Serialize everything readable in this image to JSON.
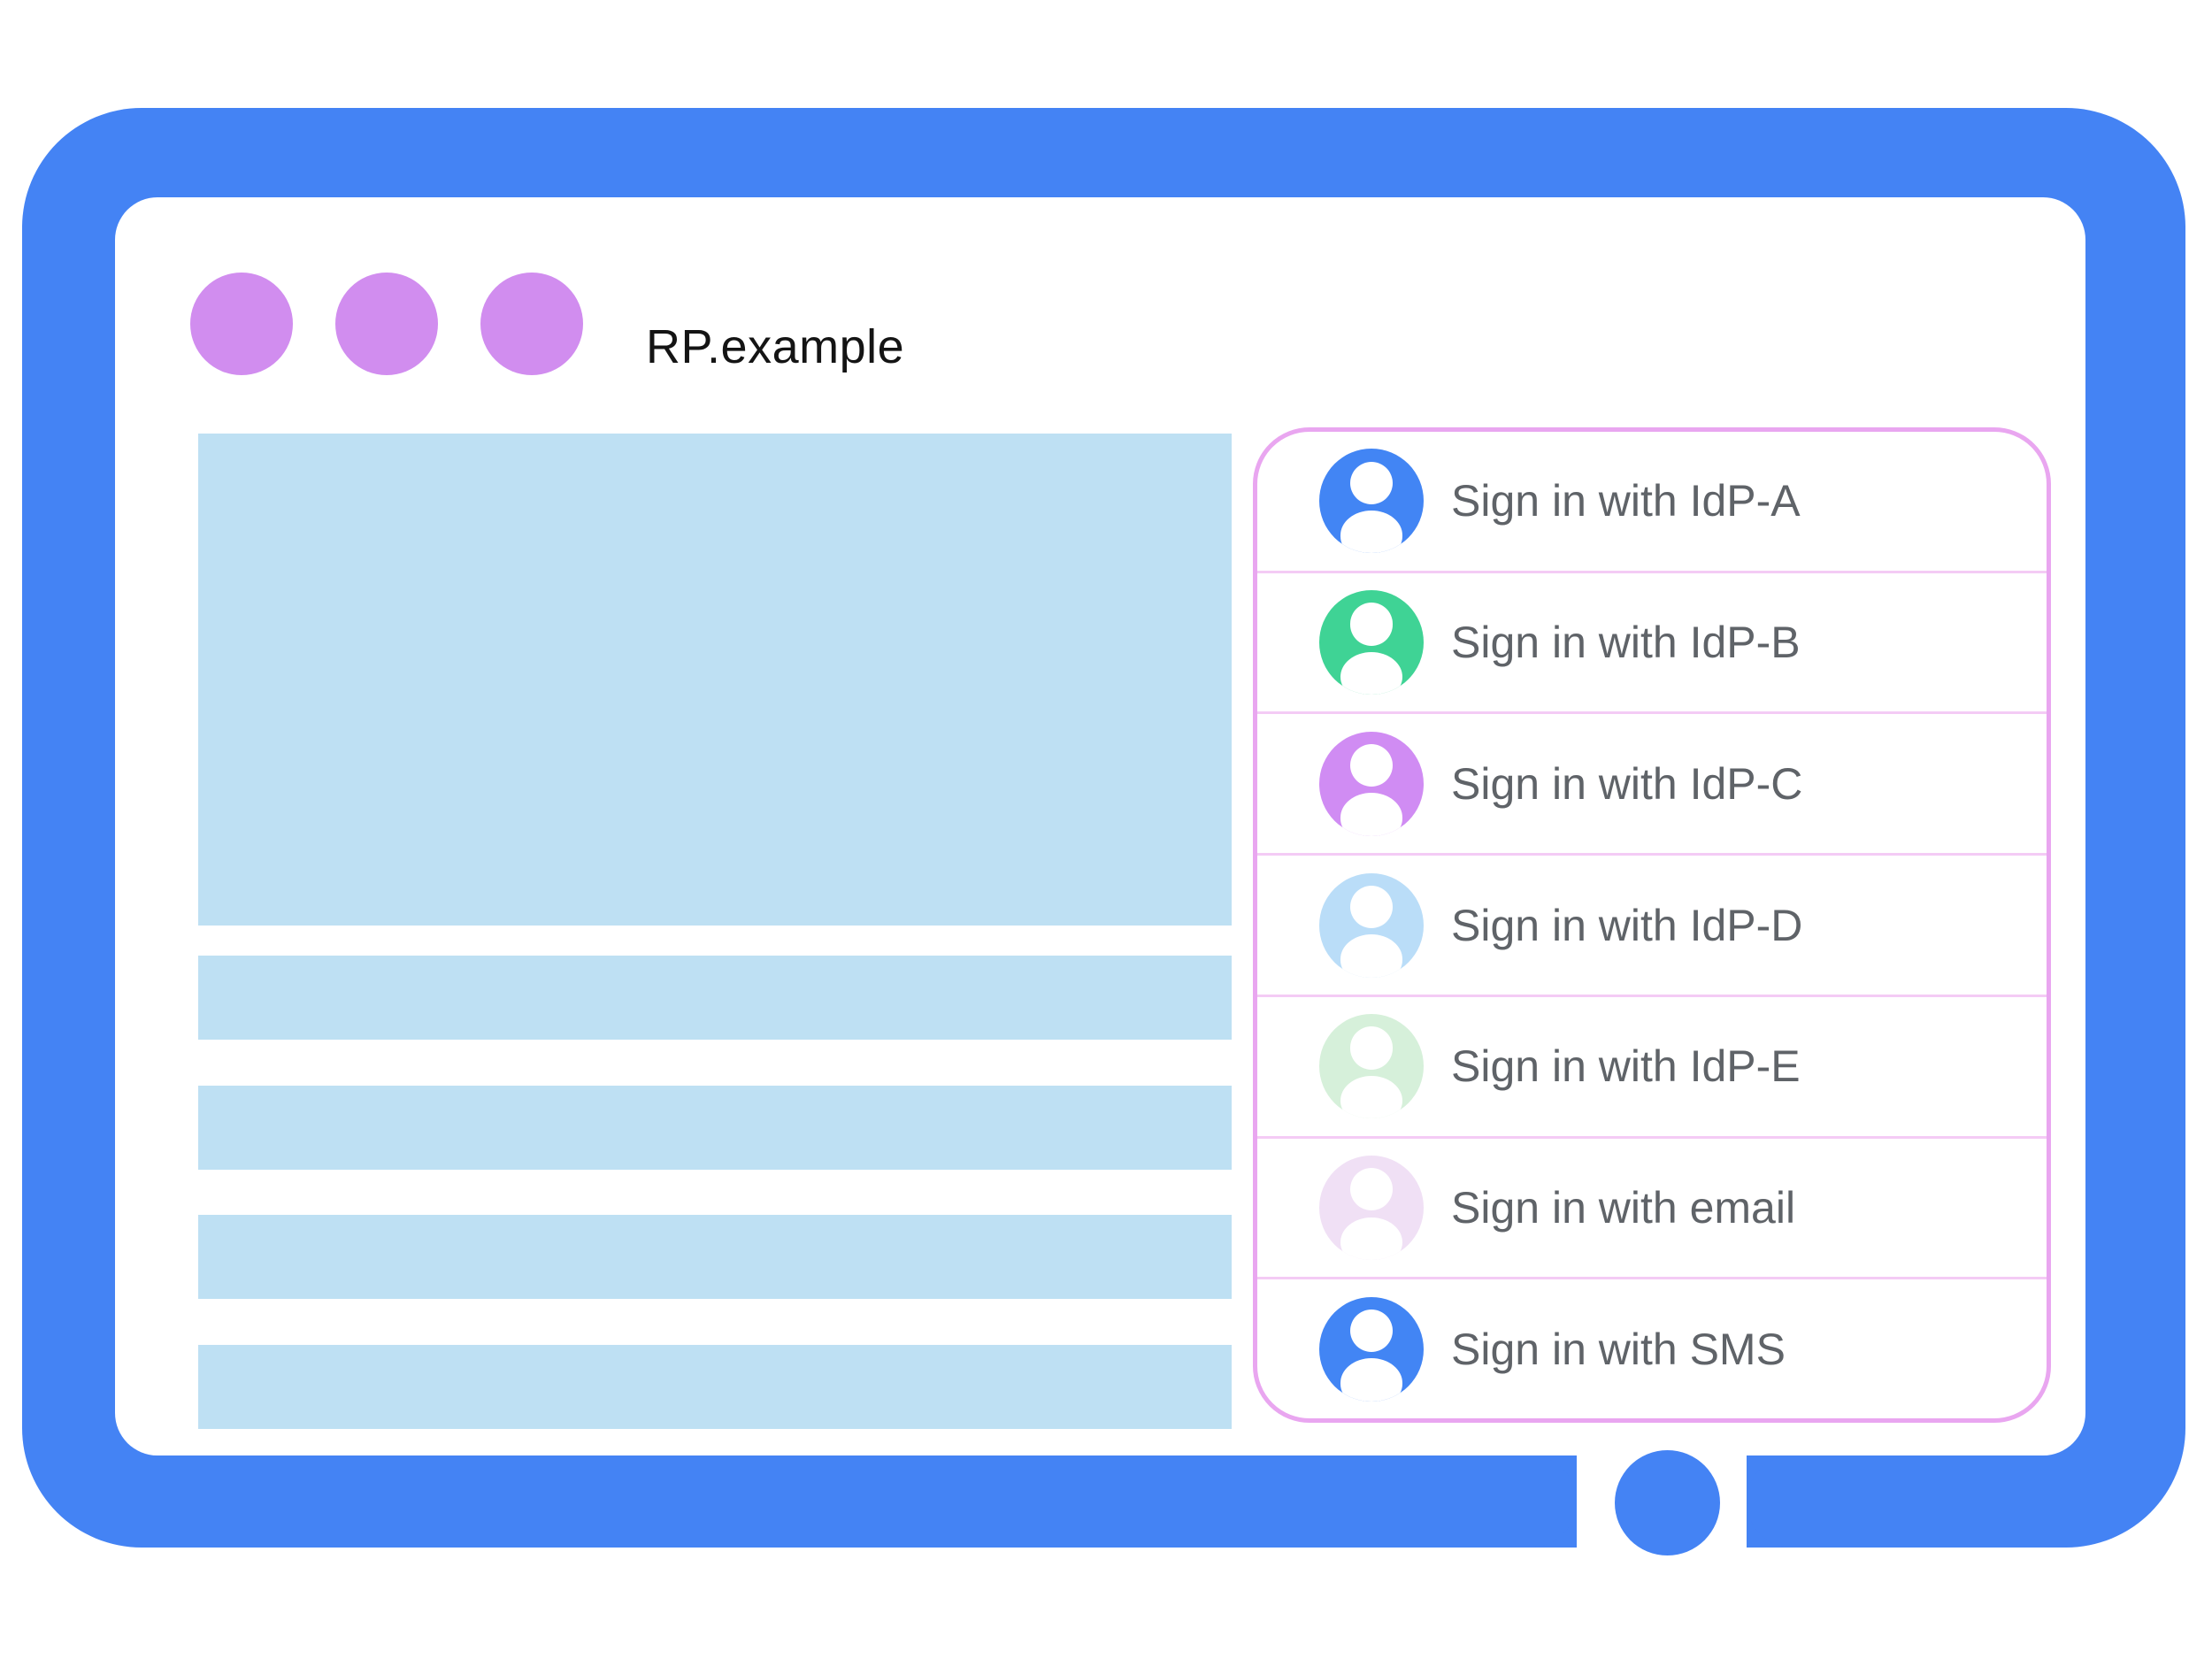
{
  "browser_window": {
    "title": "RP.example",
    "window_dot_count": 3
  },
  "account_chooser": {
    "options": [
      {
        "label": "Sign in with IdP-A",
        "avatar_color": "#4285F4"
      },
      {
        "label": "Sign in with IdP-B",
        "avatar_color": "#3FD395"
      },
      {
        "label": "Sign in with IdP-C",
        "avatar_color": "#D08CF3"
      },
      {
        "label": "Sign in with IdP-D",
        "avatar_color": "#BADDF8"
      },
      {
        "label": "Sign in with IdP-E",
        "avatar_color": "#D6F0DA"
      },
      {
        "label": "Sign in with email",
        "avatar_color": "#F0E0F5"
      },
      {
        "label": "Sign in with SMS",
        "avatar_color": "#4285F4"
      }
    ]
  },
  "colors": {
    "frame": "#4483F4",
    "window_dot": "#D18DEF",
    "content_placeholder": "#BEE0F3",
    "panel_border": "#E9A6F0",
    "panel_divider": "#F4CBF5",
    "label_text": "#5F6368",
    "title_text": "#141414",
    "avatar_person": "#FFFFFF"
  }
}
